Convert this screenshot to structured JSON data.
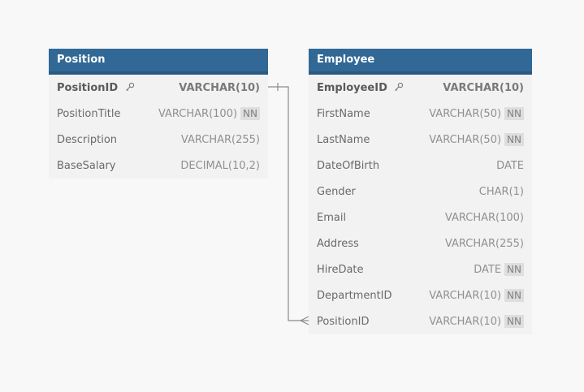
{
  "tables": {
    "position": {
      "title": "Position",
      "columns": [
        {
          "name": "PositionID",
          "type": "VARCHAR(10)",
          "nn": "",
          "pk": true
        },
        {
          "name": "PositionTitle",
          "type": "VARCHAR(100)",
          "nn": "NN",
          "pk": false
        },
        {
          "name": "Description",
          "type": "VARCHAR(255)",
          "nn": "",
          "pk": false
        },
        {
          "name": "BaseSalary",
          "type": "DECIMAL(10,2)",
          "nn": "",
          "pk": false
        }
      ]
    },
    "employee": {
      "title": "Employee",
      "columns": [
        {
          "name": "EmployeeID",
          "type": "VARCHAR(10)",
          "nn": "",
          "pk": true
        },
        {
          "name": "FirstName",
          "type": "VARCHAR(50)",
          "nn": "NN",
          "pk": false
        },
        {
          "name": "LastName",
          "type": "VARCHAR(50)",
          "nn": "NN",
          "pk": false
        },
        {
          "name": "DateOfBirth",
          "type": "DATE",
          "nn": "",
          "pk": false
        },
        {
          "name": "Gender",
          "type": "CHAR(1)",
          "nn": "",
          "pk": false
        },
        {
          "name": "Email",
          "type": "VARCHAR(100)",
          "nn": "",
          "pk": false
        },
        {
          "name": "Address",
          "type": "VARCHAR(255)",
          "nn": "",
          "pk": false
        },
        {
          "name": "HireDate",
          "type": "DATE",
          "nn": "NN",
          "pk": false
        },
        {
          "name": "DepartmentID",
          "type": "VARCHAR(10)",
          "nn": "NN",
          "pk": false
        },
        {
          "name": "PositionID",
          "type": "VARCHAR(10)",
          "nn": "NN",
          "pk": false
        }
      ]
    }
  },
  "relationship": {
    "from": "Position.PositionID",
    "to": "Employee.PositionID",
    "from_cardinality": "one",
    "to_cardinality": "many"
  },
  "colors": {
    "header": "#316895",
    "header_text": "#ffffff",
    "table_body": "#f2f2f3",
    "background": "#f8f8f9",
    "connector": "#8a8a8a"
  },
  "icons": {
    "primary_key": "key-icon"
  }
}
